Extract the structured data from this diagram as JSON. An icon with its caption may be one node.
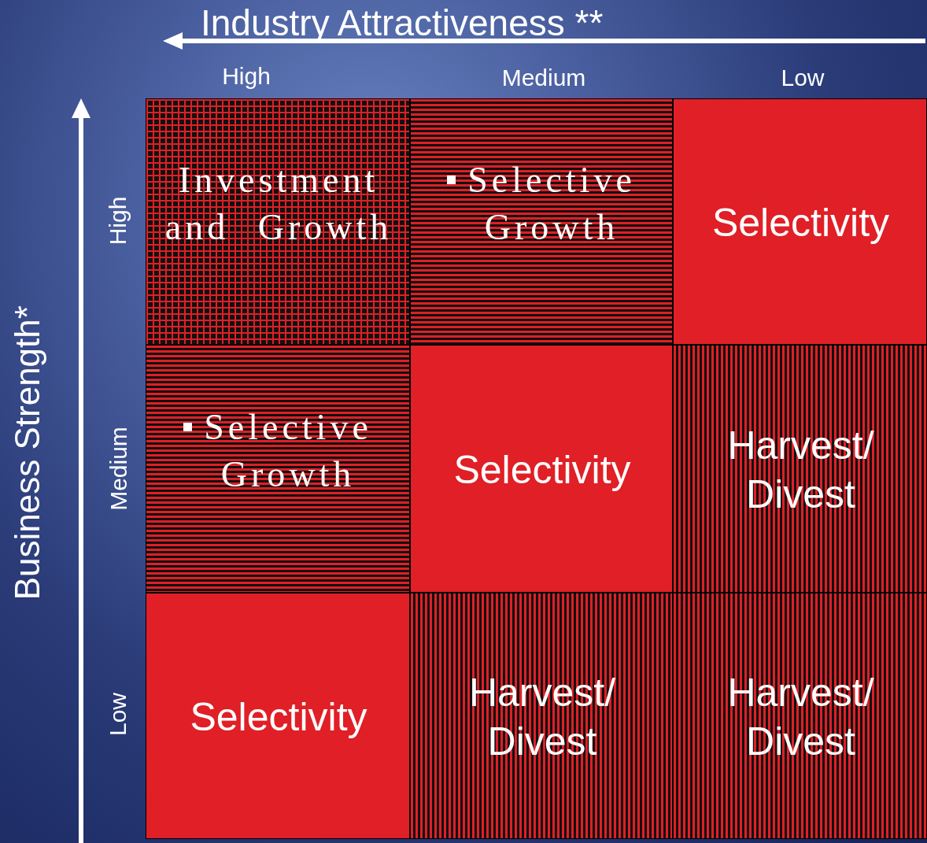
{
  "diagram": {
    "nodes": [
      {
        "text": [
          "Investment and Growth"
        ]
      },
      {
        "text": [
          "Selective Growth"
        ]
      },
      {
        "text": [
          "Selectivity"
        ]
      },
      {
        "text": [
          "Selective Growth"
        ]
      },
      {
        "text": [
          "Selectivity"
        ]
      },
      {
        "text": [
          "Harvest/ Divest"
        ]
      },
      {
        "text": [
          "Selectivity"
        ]
      },
      {
        "text": [
          "Harvest/ Divest"
        ]
      },
      {
        "text": [
          "Harvest/ Divest"
        ]
      }
    ],
    "labels": [
      "Industry Attractiveness **",
      "High",
      "Medium",
      "Low",
      "Business Strength*",
      "High",
      "Medium",
      "Low"
    ]
  }
}
